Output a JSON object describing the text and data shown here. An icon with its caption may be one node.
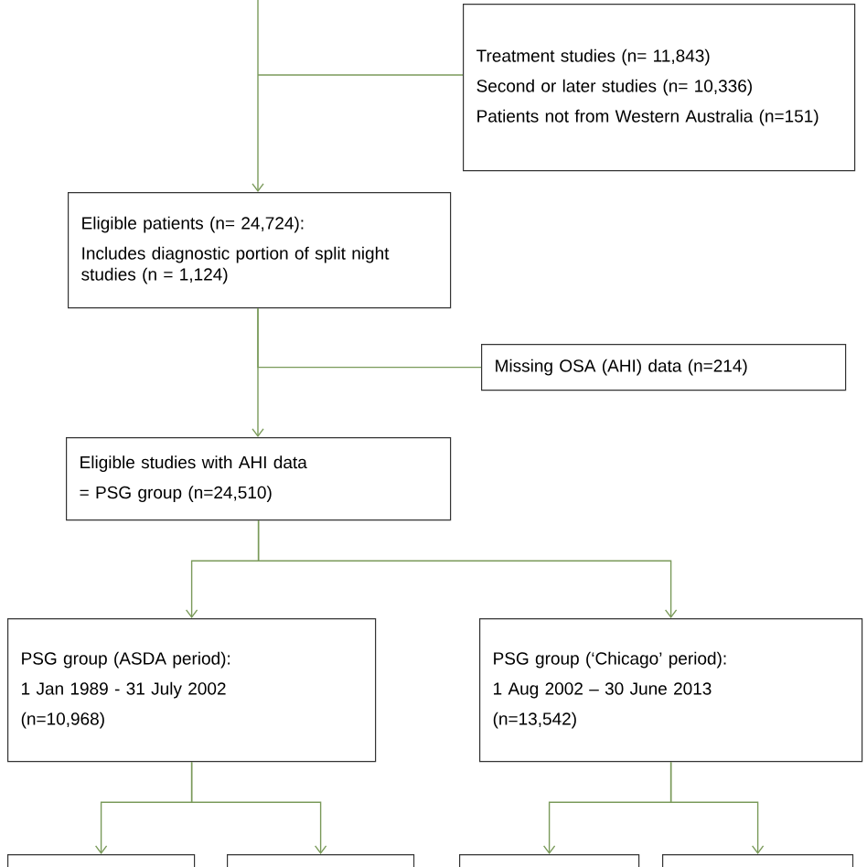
{
  "diagram": {
    "nodes": [
      {
        "text": [
          "Treatment studies (n= 11,843)",
          "Second or later studies (n= 10,336)",
          "Patients not from Western Australia (n=151)"
        ]
      },
      {
        "text": [
          "Eligible patients (n= 24,724):",
          "Includes diagnostic portion of split night studies (n = 1,124)"
        ]
      },
      {
        "text": [
          "Missing OSA (AHI) data (n=214)"
        ]
      },
      {
        "text": [
          "Eligible studies with AHI data",
          "= PSG group (n=24,510)"
        ]
      },
      {
        "text": [
          "PSG group (ASDA period):",
          "1 Jan 1989 - 31 July 2002",
          "(n=10,968)"
        ]
      },
      {
        "text": [
          "PSG group (‘Chicago’ period):",
          "1 Aug 2002 – 30 June 2013",
          "(n=13,542)"
        ]
      },
      {
        "text": [],
        "shape": "box"
      },
      {
        "text": [],
        "shape": "box"
      },
      {
        "text": [],
        "shape": "box"
      },
      {
        "text": [],
        "shape": "box"
      }
    ],
    "edges": [
      {
        "from": null,
        "to": 1,
        "arrow": "to"
      },
      {
        "from": null,
        "to": 0,
        "arrow": "none"
      },
      {
        "from": 1,
        "to": 2,
        "arrow": "none"
      },
      {
        "from": 1,
        "to": 3,
        "arrow": "to"
      },
      {
        "from": 3,
        "to": 4,
        "arrow": "to"
      },
      {
        "from": 3,
        "to": 5,
        "arrow": "to"
      },
      {
        "from": 4,
        "to": 6,
        "arrow": "to"
      },
      {
        "from": 4,
        "to": 7,
        "arrow": "to"
      },
      {
        "from": 5,
        "to": 8,
        "arrow": "to"
      },
      {
        "from": 5,
        "to": 9,
        "arrow": "to"
      }
    ]
  }
}
